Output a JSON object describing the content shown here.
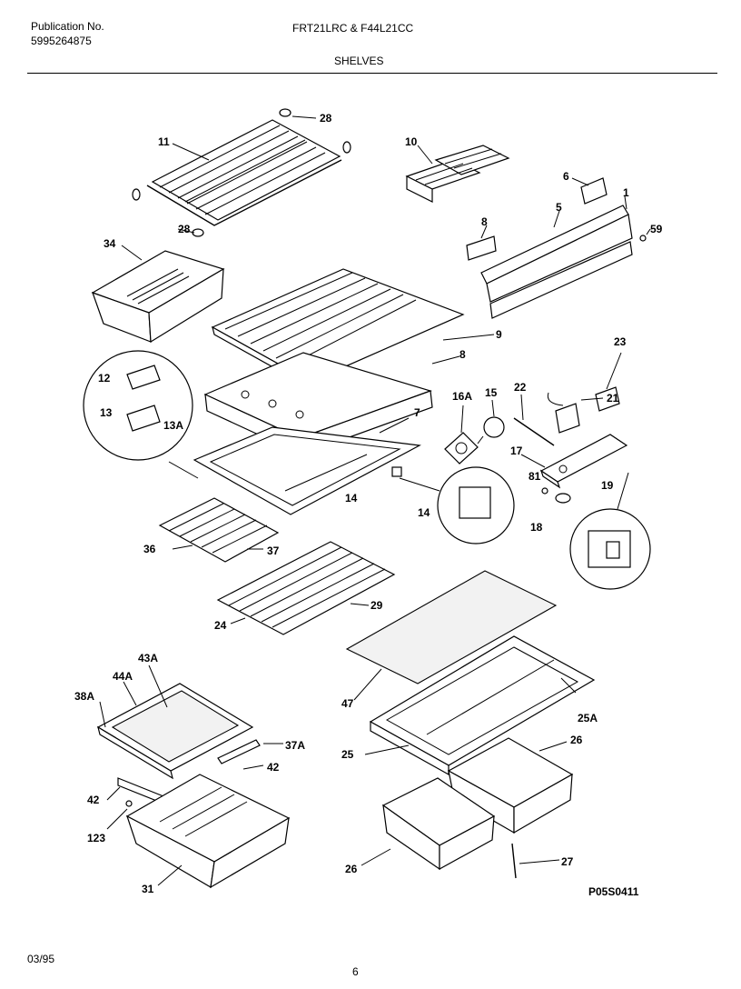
{
  "header": {
    "pub_label": "Publication No.",
    "pub_number": "5995264875",
    "model": "FRT21LRC & F44L21CC",
    "section": "SHELVES"
  },
  "footer": {
    "date": "03/95",
    "page": "6",
    "drawing_id": "P05S0411"
  },
  "callouts": [
    "28",
    "11",
    "10",
    "6",
    "5",
    "1",
    "59",
    "28",
    "34",
    "8",
    "9",
    "8",
    "23",
    "12",
    "13",
    "13A",
    "16A",
    "15",
    "22",
    "21",
    "7",
    "17",
    "81",
    "19",
    "14",
    "14",
    "18",
    "36",
    "37",
    "29",
    "24",
    "43A",
    "44A",
    "38A",
    "47",
    "25A",
    "37A",
    "25",
    "26",
    "42",
    "42",
    "123",
    "26",
    "27",
    "31"
  ]
}
